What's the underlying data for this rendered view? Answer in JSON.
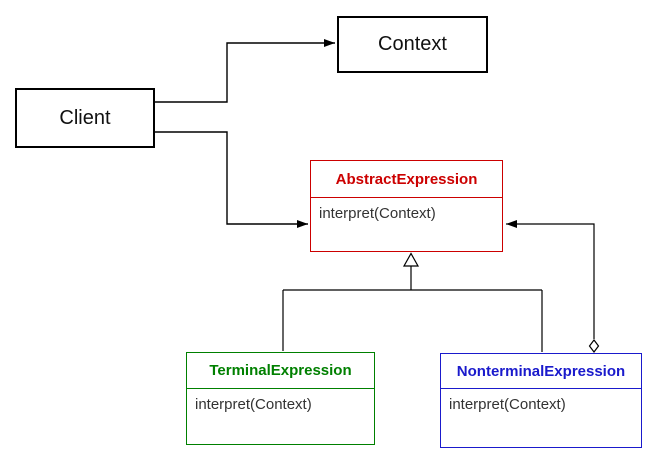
{
  "nodes": {
    "client": {
      "label": "Client"
    },
    "context": {
      "label": "Context"
    },
    "abstract_expression": {
      "title": "AbstractExpression",
      "method": "interpret(Context)",
      "accent": "#cc0000"
    },
    "terminal_expression": {
      "title": "TerminalExpression",
      "method": "interpret(Context)",
      "accent": "#008000"
    },
    "nonterminal_expression": {
      "title": "NonterminalExpression",
      "method": "interpret(Context)",
      "accent": "#1a1acc"
    }
  },
  "edges": [
    {
      "from": "Client",
      "to": "Context",
      "type": "directed-association"
    },
    {
      "from": "Client",
      "to": "AbstractExpression",
      "type": "directed-association"
    },
    {
      "from": "TerminalExpression",
      "to": "AbstractExpression",
      "type": "generalization"
    },
    {
      "from": "NonterminalExpression",
      "to": "AbstractExpression",
      "type": "generalization"
    },
    {
      "from": "NonterminalExpression",
      "to": "AbstractExpression",
      "type": "aggregation"
    }
  ],
  "colors": {
    "line": "#000000",
    "canvas": "#ffffff",
    "method_text": "#333333"
  }
}
